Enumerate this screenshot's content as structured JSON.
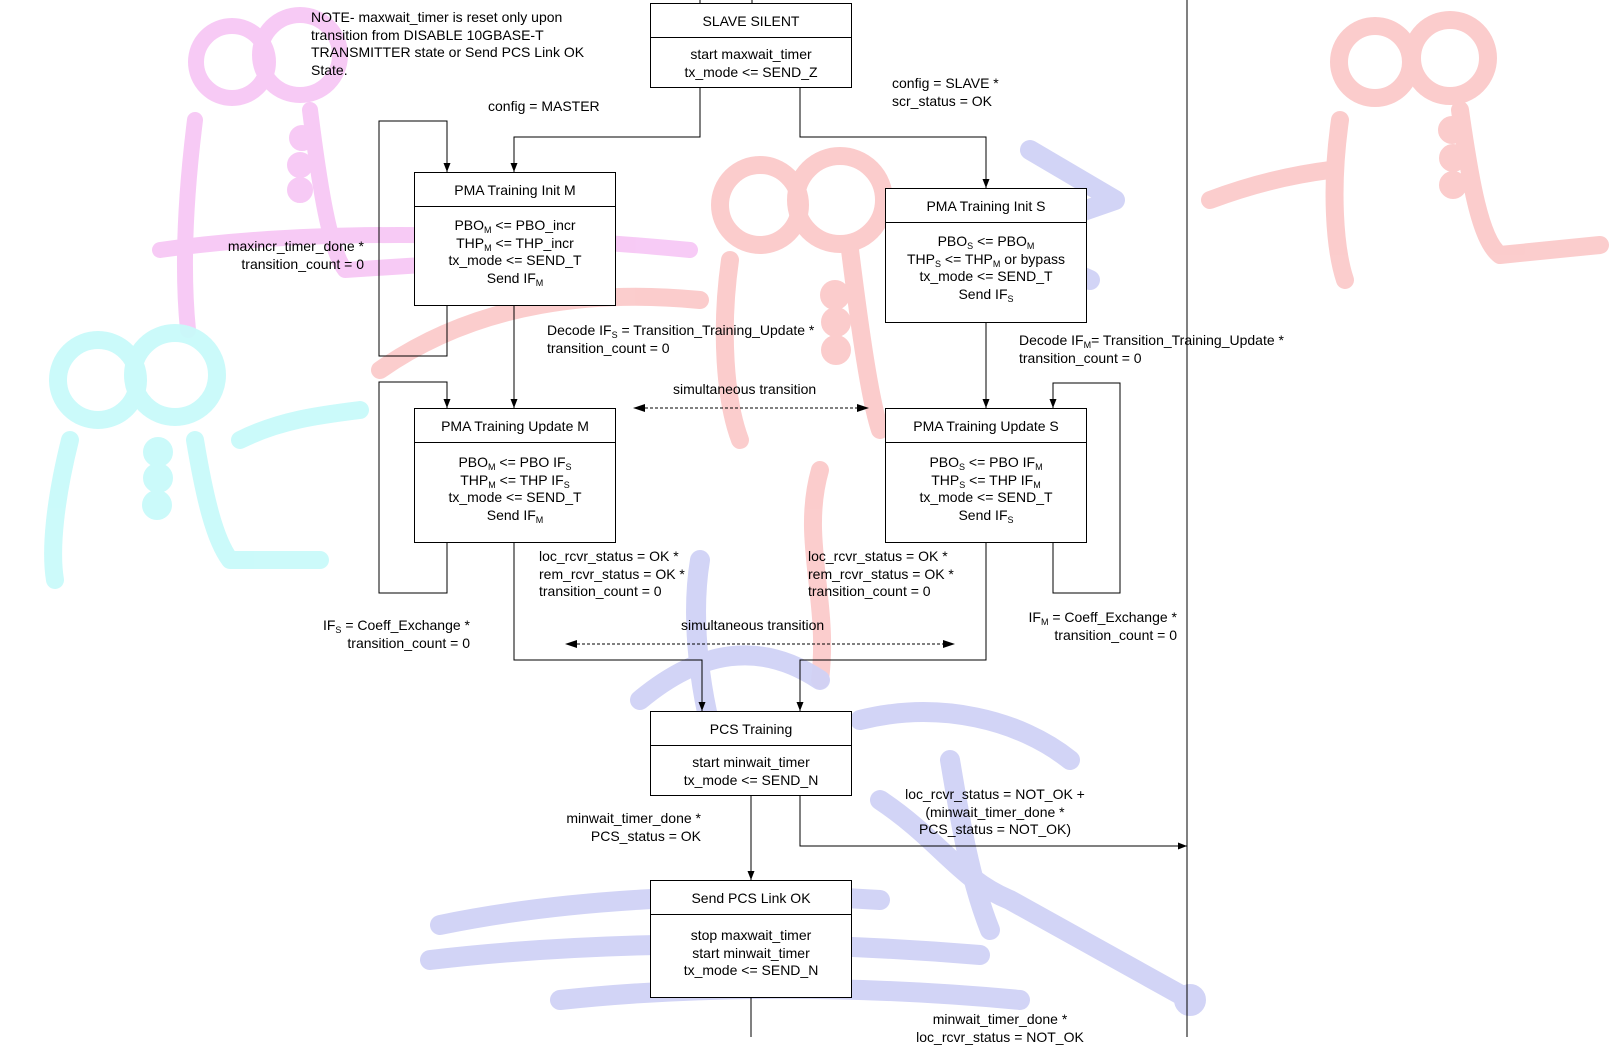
{
  "note": {
    "lines": [
      "NOTE- maxwait_timer is reset only upon",
      "transition from DISABLE 10GBASE-T",
      "TRANSMITTER state or Send PCS Link OK",
      "State."
    ]
  },
  "states": {
    "slave_silent": {
      "title": "SLAVE SILENT",
      "lines": [
        "start maxwait_timer",
        "tx_mode <= SEND_Z"
      ]
    },
    "pma_init_m": {
      "title": "PMA Training Init M",
      "l1": {
        "a": "PBO",
        "sub": "M",
        "b": " <= PBO_incr"
      },
      "l2": {
        "a": "THP",
        "sub": "M",
        "b": " <= THP_incr"
      },
      "l3": "tx_mode <= SEND_T",
      "l4": {
        "a": "Send IF",
        "sub": "M"
      }
    },
    "pma_init_s": {
      "title": "PMA Training Init S",
      "l1": {
        "a": "PBO",
        "sub": "S",
        "b": " <= PBO",
        "sub2": "M"
      },
      "l2": {
        "a": "THP",
        "sub": "S",
        "b": " <= THP",
        "sub2": "M",
        "c": " or bypass"
      },
      "l3": "tx_mode <= SEND_T",
      "l4": {
        "a": "Send IF",
        "sub": "S"
      }
    },
    "pma_update_m": {
      "title": "PMA Training Update M",
      "l1": {
        "a": "PBO",
        "sub": "M",
        "b": " <= PBO IF",
        "sub2": "S"
      },
      "l2": {
        "a": "THP",
        "sub": "M",
        "b": " <= THP IF",
        "sub2": "S"
      },
      "l3": "tx_mode <= SEND_T",
      "l4": {
        "a": "Send IF",
        "sub": "M"
      }
    },
    "pma_update_s": {
      "title": "PMA Training Update S",
      "l1": {
        "a": "PBO",
        "sub": "S",
        "b": " <= PBO IF",
        "sub2": "M"
      },
      "l2": {
        "a": "THP",
        "sub": "S",
        "b": " <= THP IF",
        "sub2": "M"
      },
      "l3": "tx_mode <= SEND_T",
      "l4": {
        "a": "Send IF",
        "sub": "S"
      }
    },
    "pcs_training": {
      "title": "PCS Training",
      "lines": [
        "start minwait_timer",
        "tx_mode <= SEND_N"
      ]
    },
    "send_pcs_link_ok": {
      "title": "Send PCS Link OK",
      "lines": [
        "stop maxwait_timer",
        "start minwait_timer",
        "tx_mode <= SEND_N"
      ]
    }
  },
  "transitions": {
    "config_master": "config = MASTER",
    "config_slave": [
      "config = SLAVE *",
      "scr_status =  OK"
    ],
    "maxincr": [
      "maxincr_timer_done *",
      "transition_count = 0"
    ],
    "decode_ifs": {
      "a": "Decode IF",
      "sub": "S",
      "b": " = Transition_Training_Update *",
      "line2": "transition_count = 0"
    },
    "decode_ifm": {
      "a": "Decode IF",
      "sub": "M",
      "b": "= Transition_Training_Update *",
      "line2": "transition_count =  0"
    },
    "simultaneous_1": "simultaneous transition",
    "simultaneous_2": "simultaneous transition",
    "loc_rem_m": [
      "loc_rcvr_status = OK *",
      "rem_rcvr_status = OK *",
      "transition_count = 0"
    ],
    "loc_rem_s": [
      "loc_rcvr_status = OK  *",
      "rem_rcvr_status = OK *",
      "transition_count = 0"
    ],
    "ifs_coeff": {
      "a": "IF",
      "sub": "S",
      "b": " = Coeff_Exchange *",
      "line2": "transition_count = 0"
    },
    "ifm_coeff": {
      "a": "IF",
      "sub": "M",
      "b": " = Coeff_Exchange *",
      "line2": "transition_count = 0"
    },
    "minwait_ok": [
      "minwait_timer_done *",
      "PCS_status = OK"
    ],
    "not_ok": [
      "loc_rcvr_status = NOT_OK +",
      "(minwait_timer_done *",
      "PCS_status = NOT_OK)"
    ],
    "bottom": [
      "minwait_timer_done *",
      "loc_rcvr_status = NOT_OK"
    ]
  },
  "colors": {
    "watermark_pink": "#f7c8f5",
    "watermark_red": "#fbcaca",
    "watermark_cyan": "#c9fafa",
    "watermark_blue": "#d0d2f6"
  }
}
